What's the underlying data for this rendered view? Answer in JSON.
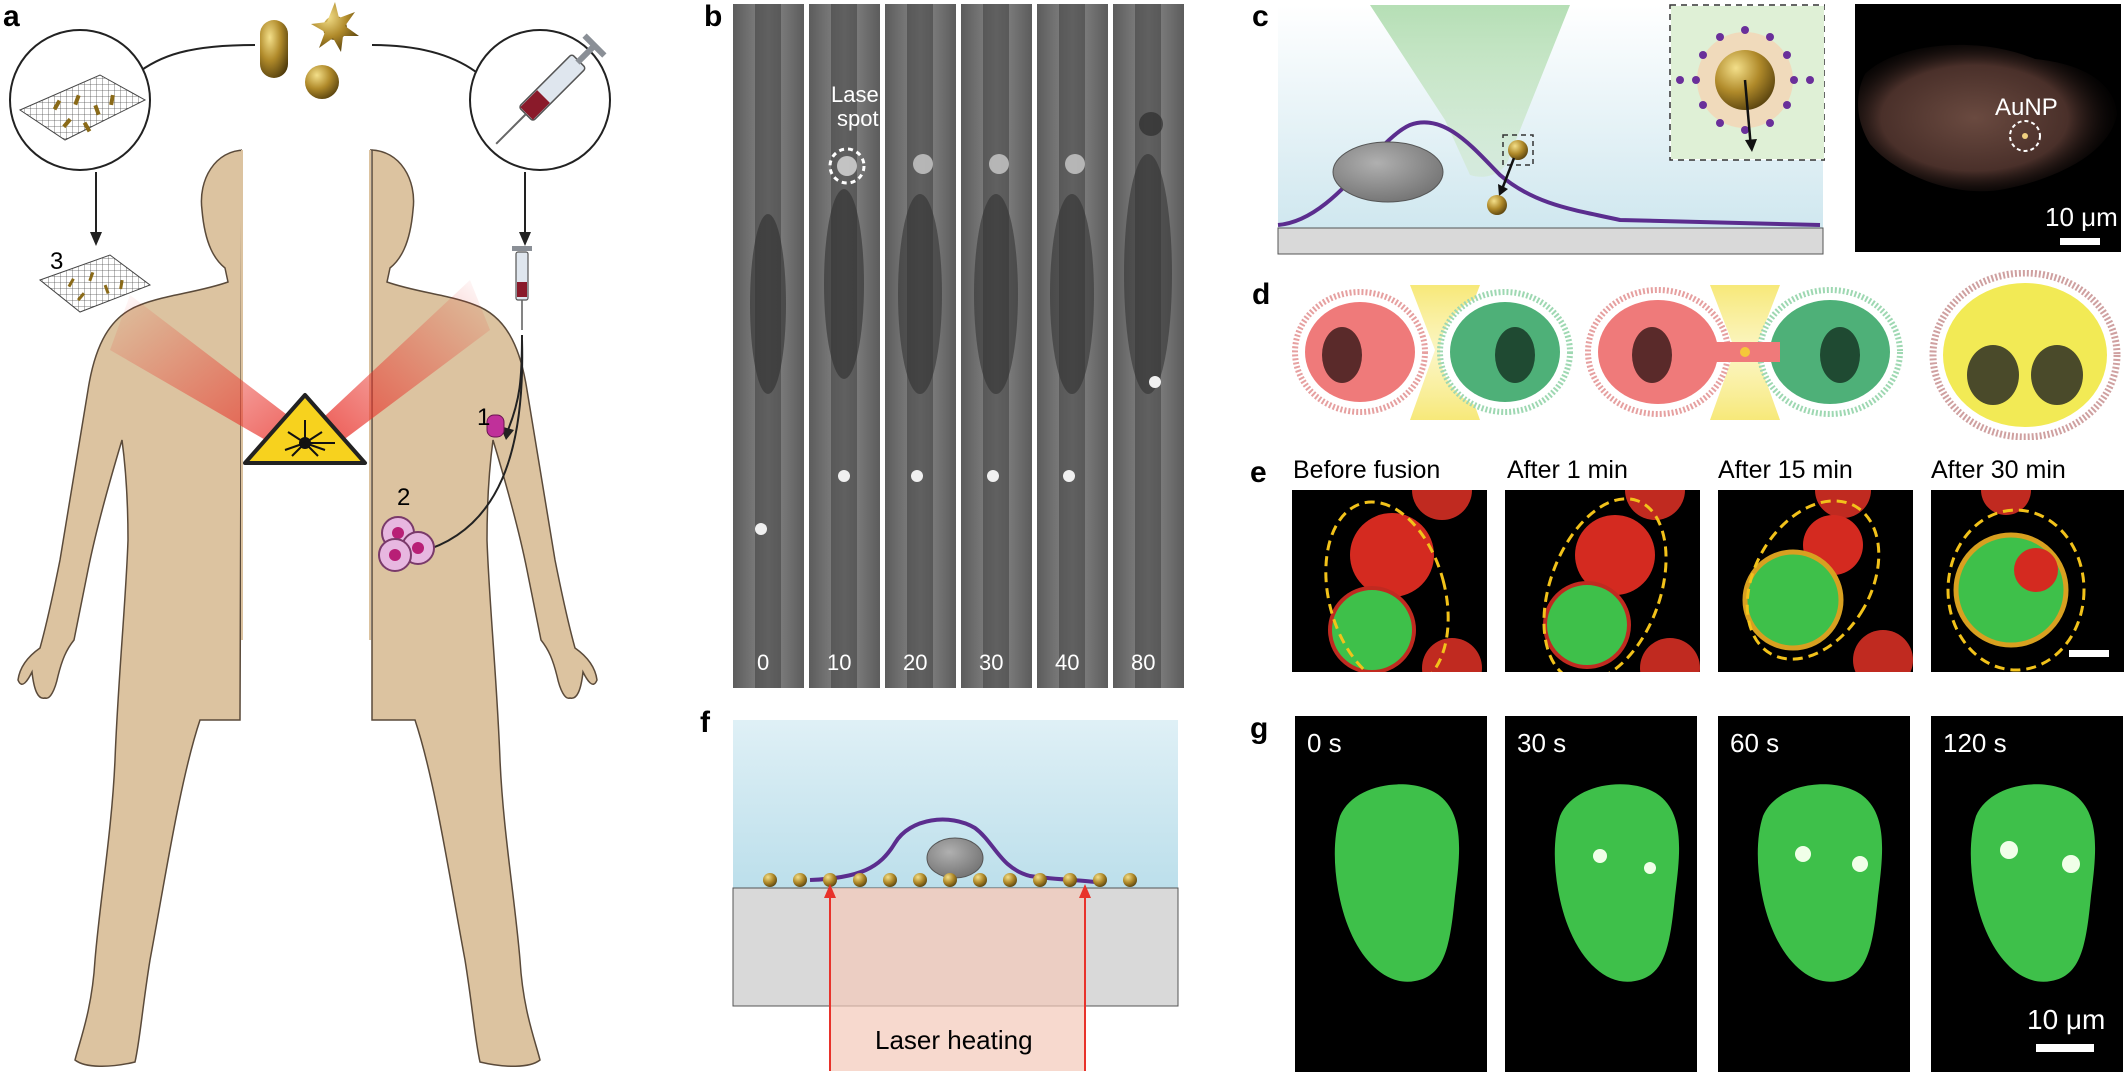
{
  "panels": {
    "a": {
      "label": "a",
      "markers": [
        "1",
        "2",
        "3"
      ]
    },
    "b": {
      "label": "b",
      "laser_spot_line1": "Laser",
      "laser_spot_line2": "spot",
      "times": [
        "0",
        "10",
        "20",
        "30",
        "40",
        "80"
      ]
    },
    "c": {
      "label": "c",
      "aunp_label": "AuNP",
      "scale_bar": "10 μm"
    },
    "d": {
      "label": "d"
    },
    "e": {
      "label": "e",
      "titles": [
        "Before fusion",
        "After 1 min",
        "After 15 min",
        "After 30 min"
      ]
    },
    "f": {
      "label": "f",
      "laser_heating": "Laser heating"
    },
    "g": {
      "label": "g",
      "times": [
        "0 s",
        "30 s",
        "60 s",
        "120 s"
      ],
      "scale_bar": "10 μm"
    }
  },
  "colors": {
    "skin": "#dcc3a0",
    "skin_outline": "#5a4a3a",
    "gold": "#b08a2a",
    "membrane": "#5b2d8e",
    "laser_red": "#e8322a",
    "fluor_green": "#3ec04a",
    "fluor_red": "#d42a20",
    "dashed_yellow": "#f2c21a"
  }
}
